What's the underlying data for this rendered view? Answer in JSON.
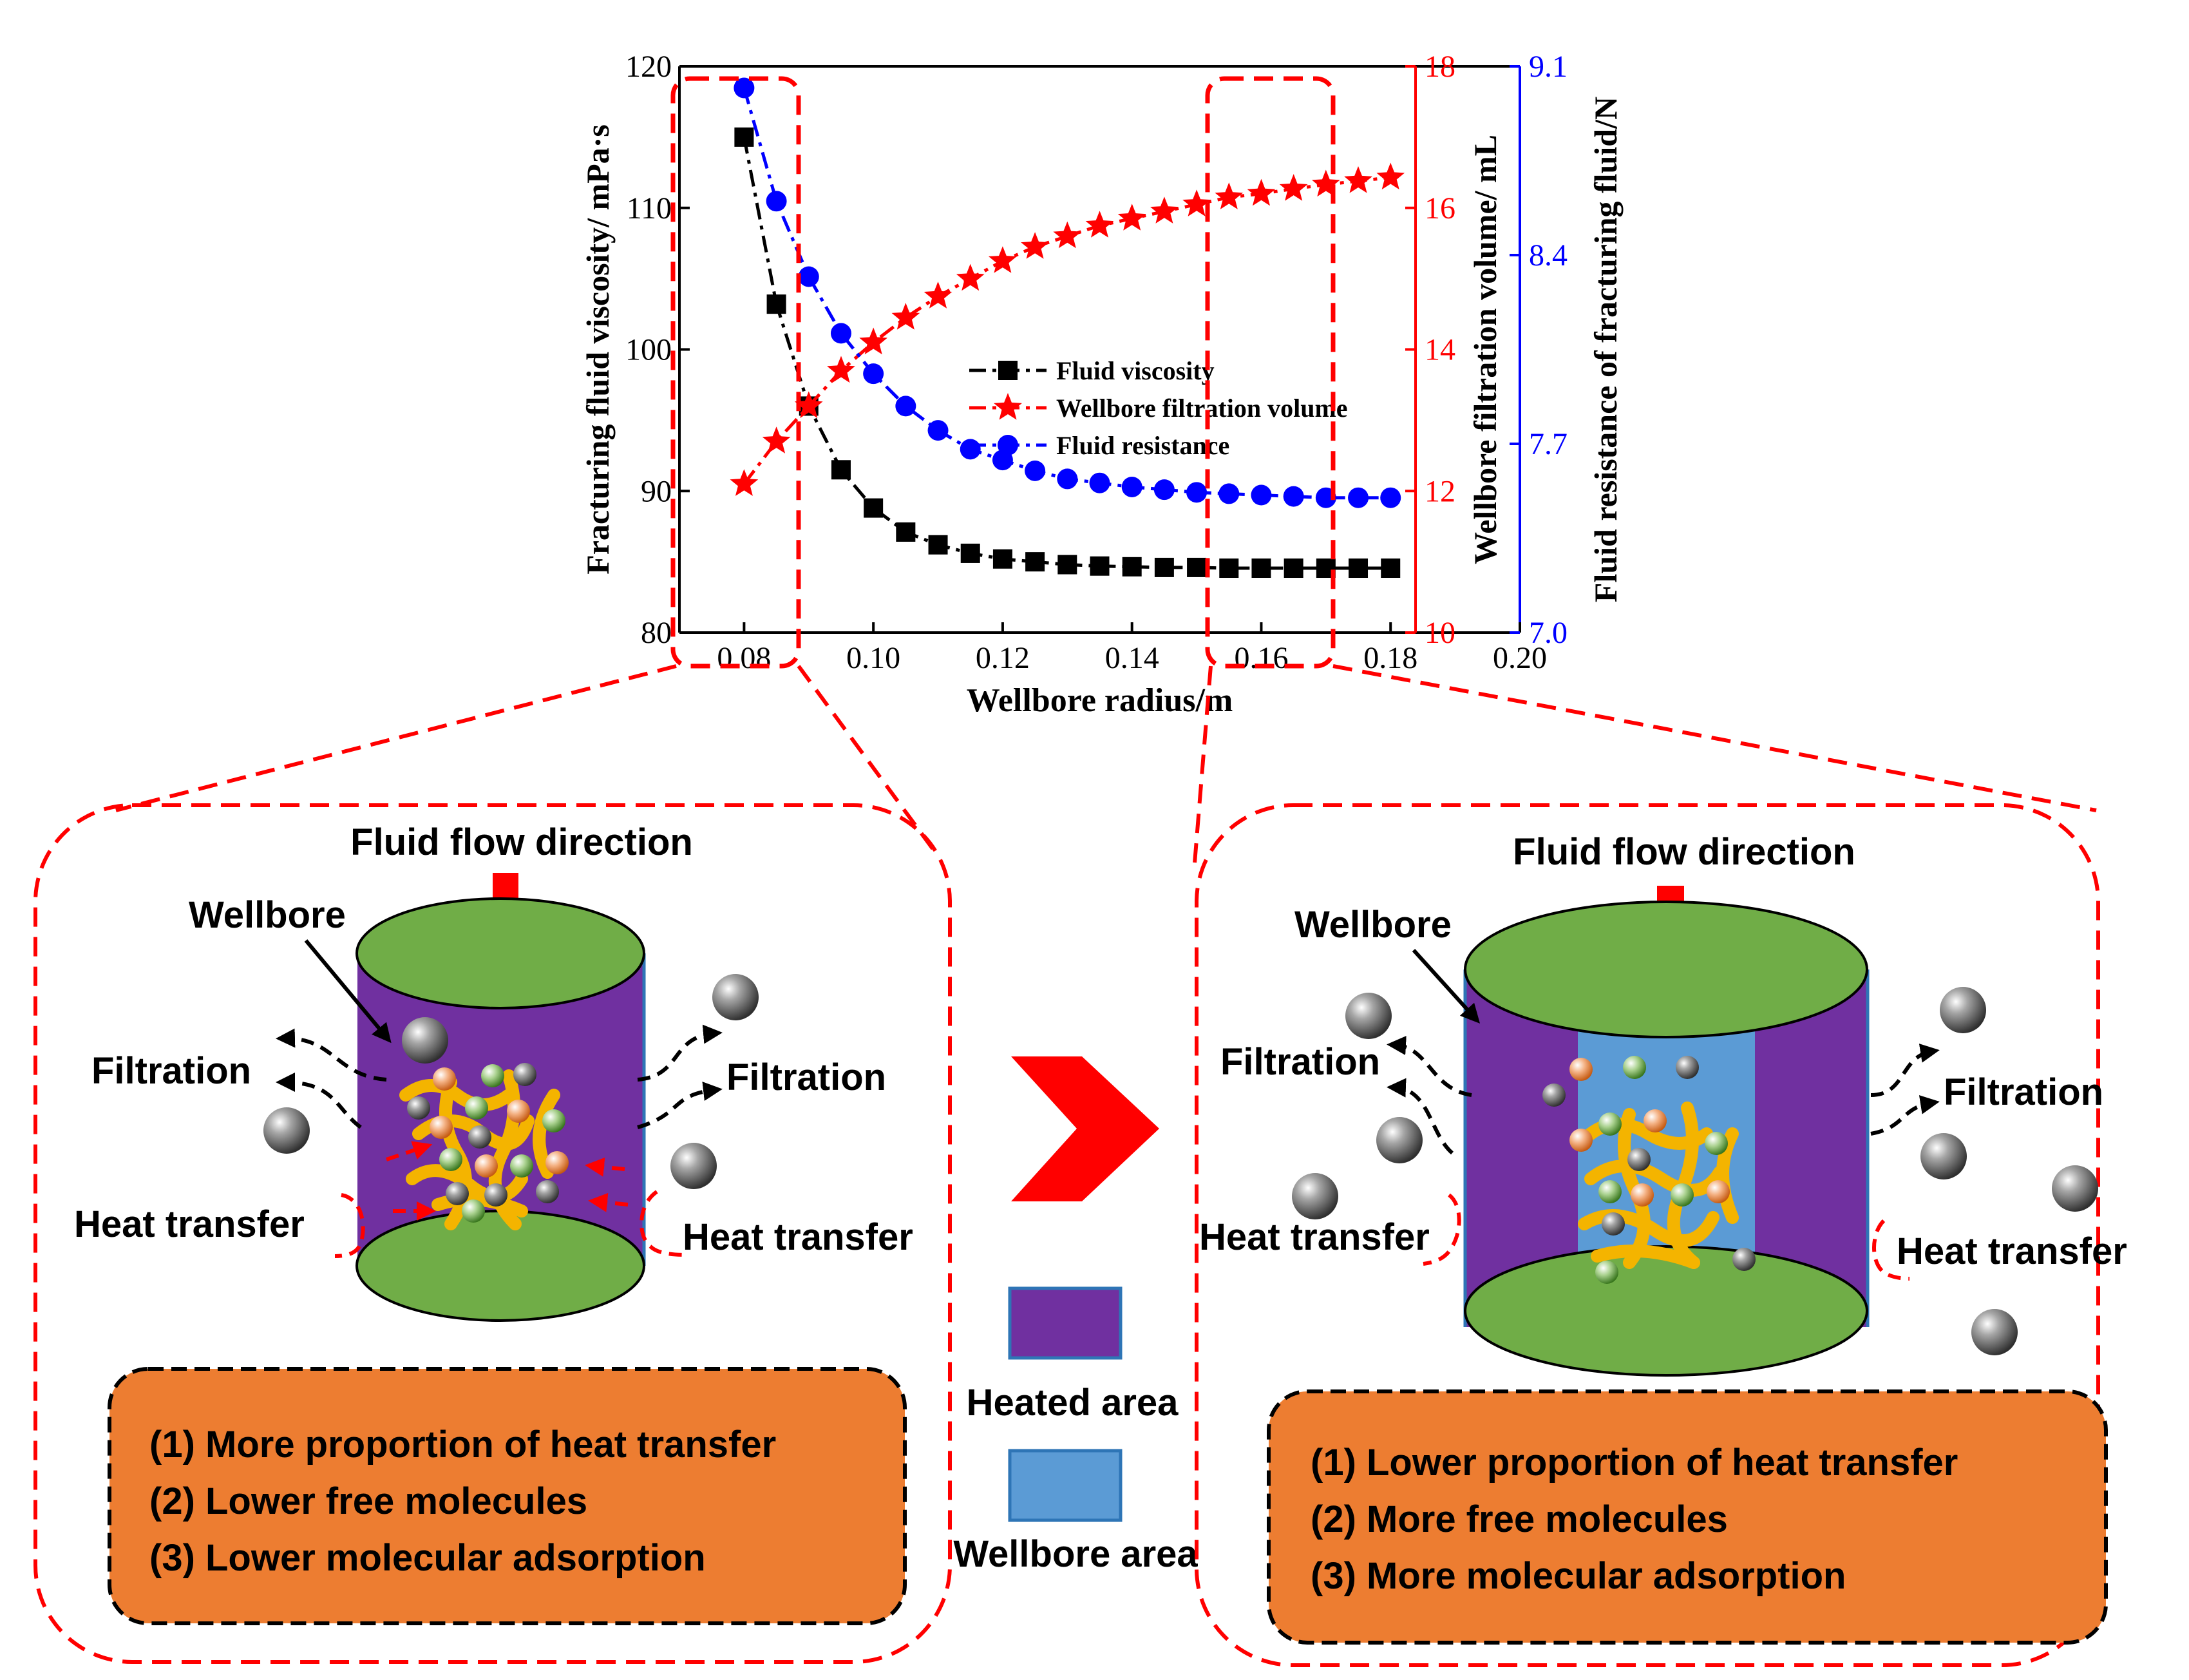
{
  "chart_data": {
    "type": "line",
    "xlabel": "Wellbore radius/m",
    "xlim": [
      0.07,
      0.2
    ],
    "xticks": [
      0.08,
      0.1,
      0.12,
      0.14,
      0.16,
      0.18,
      0.2
    ],
    "xtick_labels": [
      "0.08",
      "0.10",
      "0.12",
      "0.14",
      "0.16",
      "0.18",
      "0.20"
    ],
    "x": [
      0.08,
      0.085,
      0.09,
      0.095,
      0.1,
      0.105,
      0.11,
      0.115,
      0.12,
      0.125,
      0.13,
      0.135,
      0.14,
      0.145,
      0.15,
      0.155,
      0.16,
      0.165,
      0.17,
      0.175,
      0.18
    ],
    "grid": false,
    "legend_position": "center-right",
    "axes": {
      "left": {
        "label": "Fracturing fluid viscosity/ mPa·s",
        "ylim": [
          80,
          120
        ],
        "ticks": [
          "80",
          "90",
          "100",
          "110",
          "120"
        ],
        "tick_values": [
          80,
          90,
          100,
          110,
          120
        ],
        "color": "#000000"
      },
      "right1": {
        "label": "Wellbore filtration volume/ mL",
        "ylim": [
          10,
          18
        ],
        "ticks": [
          "10",
          "12",
          "14",
          "16",
          "18"
        ],
        "tick_values": [
          10,
          12,
          14,
          16,
          18
        ],
        "color": "#ff0000"
      },
      "right2": {
        "label": "Fluid resistance of fracturing fluid/N",
        "ylim": [
          7.0,
          9.1
        ],
        "ticks": [
          "7.0",
          "7.7",
          "8.4",
          "9.1"
        ],
        "tick_values": [
          7.0,
          7.7,
          8.4,
          9.1
        ],
        "color": "#0000ff"
      }
    },
    "series": [
      {
        "name": "Fluid viscosity",
        "axis": "left",
        "marker": "square",
        "color": "#000000",
        "line": "dash-dot",
        "values": [
          115.0,
          103.2,
          96.0,
          91.5,
          88.8,
          87.1,
          86.2,
          85.6,
          85.2,
          85.0,
          84.8,
          84.7,
          84.65,
          84.6,
          84.6,
          84.55,
          84.55,
          84.55,
          84.55,
          84.55,
          84.55
        ]
      },
      {
        "name": "Wellbore filtration volume",
        "axis": "right1",
        "marker": "star",
        "color": "#ff0000",
        "line": "dash-dot",
        "values": [
          12.1,
          12.7,
          13.2,
          13.7,
          14.1,
          14.45,
          14.75,
          15.0,
          15.25,
          15.45,
          15.6,
          15.75,
          15.85,
          15.95,
          16.05,
          16.15,
          16.2,
          16.27,
          16.33,
          16.38,
          16.43
        ]
      },
      {
        "name": "Fluid resistance",
        "axis": "right2",
        "marker": "circle",
        "color": "#0000ff",
        "line": "dash-dot",
        "values": [
          9.02,
          8.6,
          8.32,
          8.11,
          7.96,
          7.84,
          7.75,
          7.68,
          7.64,
          7.6,
          7.57,
          7.555,
          7.54,
          7.53,
          7.52,
          7.515,
          7.51,
          7.505,
          7.5,
          7.5,
          7.5
        ]
      }
    ]
  },
  "diagram": {
    "left_panel": {
      "flow_label": "Fluid flow direction",
      "wellbore_label": "Wellbore",
      "filtration_left": "Filtration",
      "filtration_right": "Filtration",
      "heat_left": "Heat transfer",
      "heat_right": "Heat transfer",
      "points": [
        "(1) More proportion of heat transfer",
        "(2) Lower free molecules",
        "(3) Lower molecular adsorption"
      ]
    },
    "right_panel": {
      "flow_label": "Fluid flow direction",
      "wellbore_label": "Wellbore",
      "filtration_left": "Filtration",
      "filtration_right": "Filtration",
      "heat_left": "Heat transfer",
      "heat_right": "Heat transfer",
      "points": [
        "(1) Lower proportion of heat transfer",
        "(2) More free molecules",
        "(3) More molecular adsorption"
      ]
    },
    "legend": {
      "heated_label": "Heated area",
      "wellbore_label": "Wellbore area"
    },
    "colors": {
      "heated": "#7030a0",
      "wellbore": "#5b9bd5",
      "cap": "#70ad47",
      "note_box": "#ed7d31",
      "highlight": "#ff0000"
    }
  }
}
